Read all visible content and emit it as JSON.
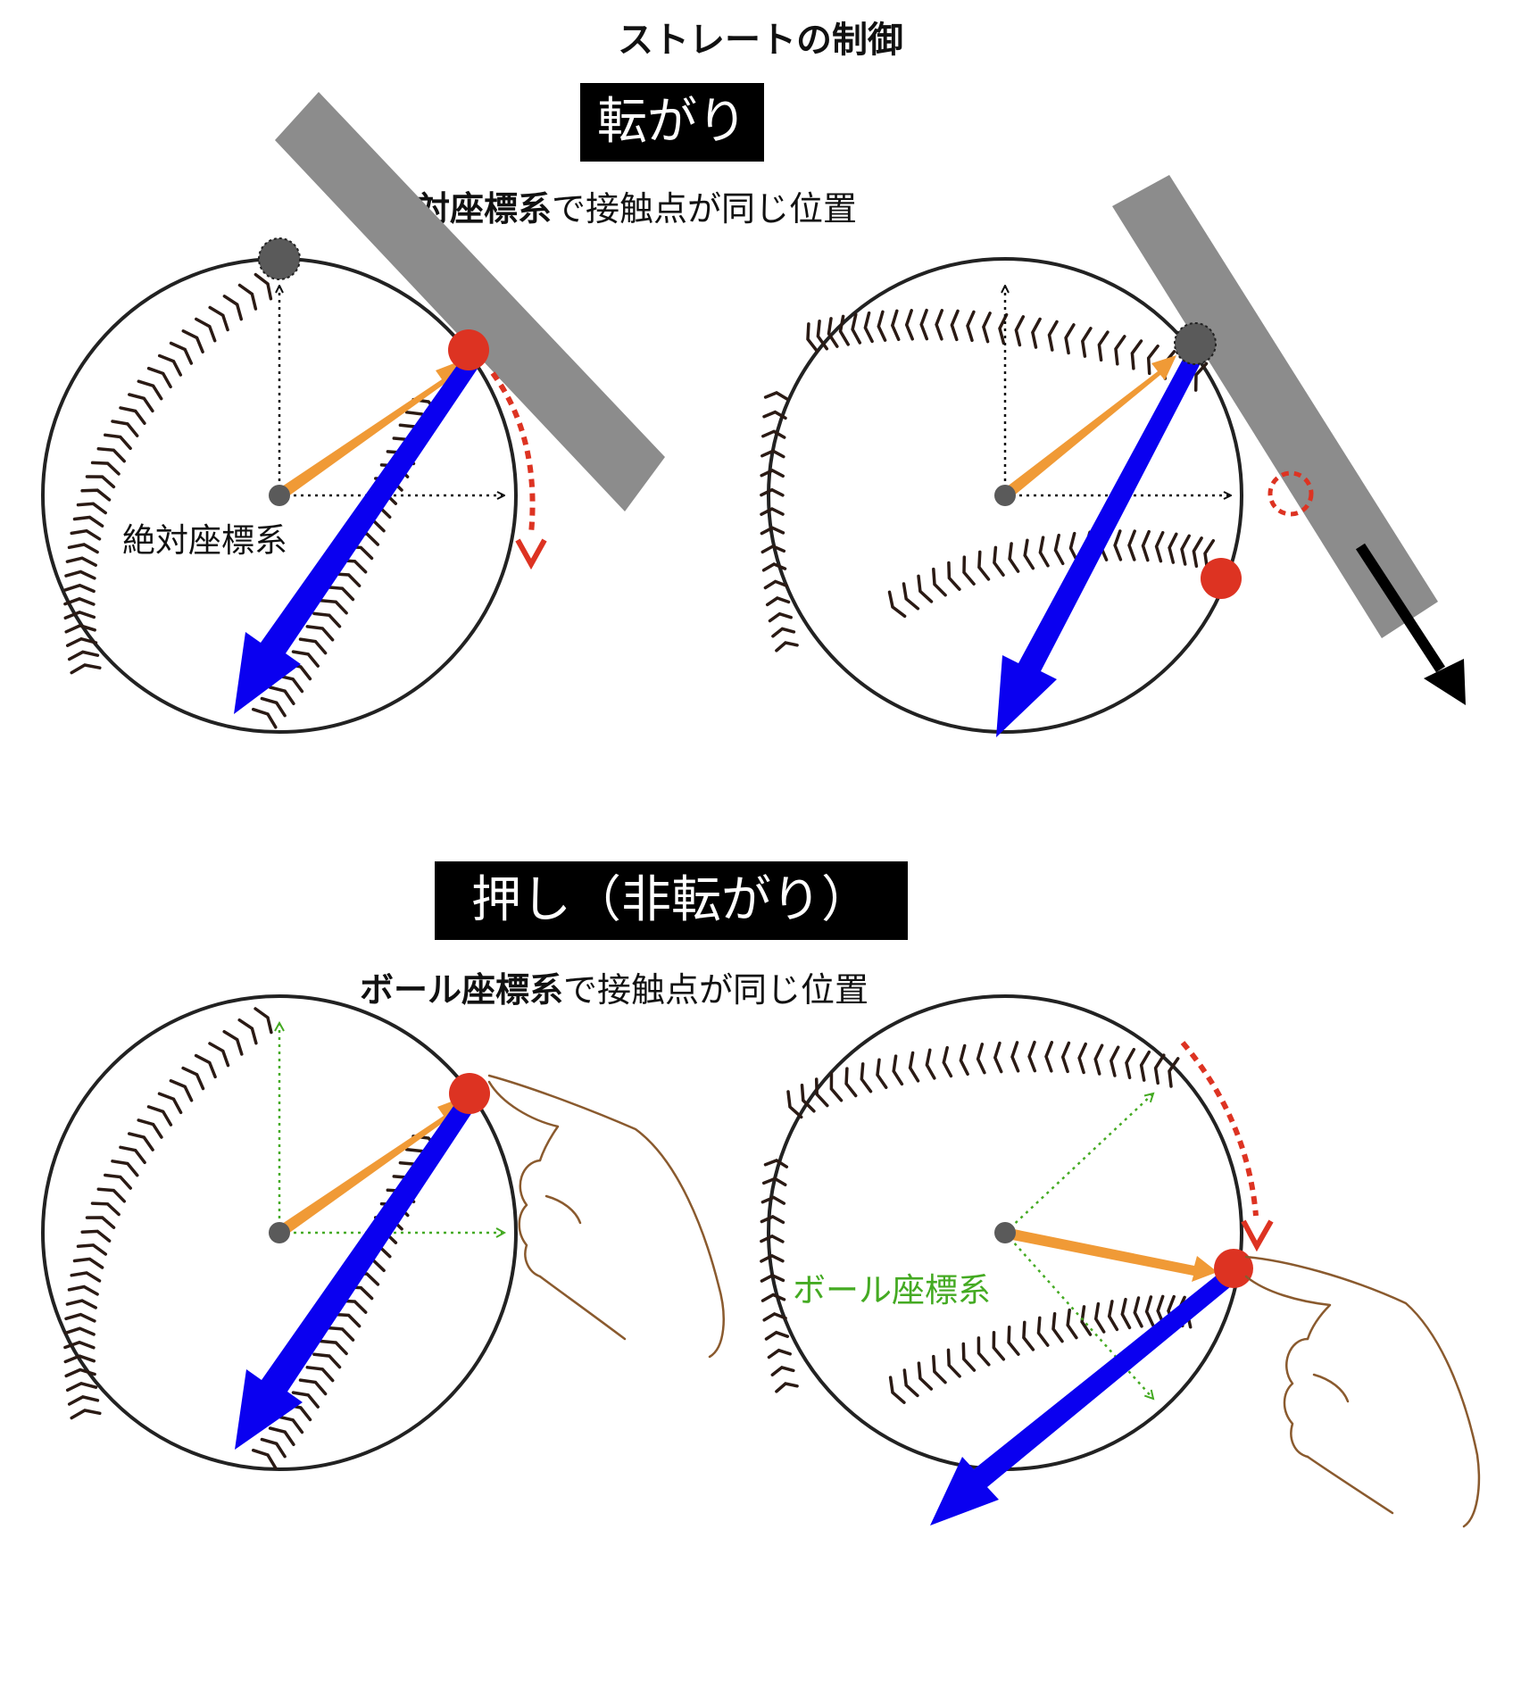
{
  "title": "ストレートの制御",
  "rolling": {
    "banner": "転がり",
    "subtitle_bold": "絶対座標系",
    "subtitle_rest": "で接触点が同じ位置",
    "frame_label": "絶対座標系"
  },
  "pushing": {
    "banner": "押し（非転がり）",
    "subtitle_bold": "ボール座標系",
    "subtitle_rest": "で接触点が同じ位置",
    "frame_label": "ボール座標系"
  },
  "colors": {
    "blue_arrow": "#0a00f0",
    "orange_arrow": "#f09a36",
    "contact_red": "#dd3322",
    "gray_dot": "#5a5a5a",
    "bar_gray": "#8c8c8c",
    "ball_frame_green": "#44aa22",
    "stitch": "#2a1a14",
    "hand": "#8a5a2e"
  }
}
